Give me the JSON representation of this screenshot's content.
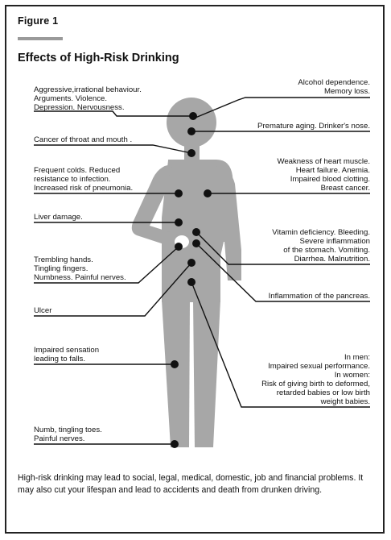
{
  "figure_label": "Figure 1",
  "title": "Effects of High-Risk Drinking",
  "labels": {
    "aggressive": "Aggressive,irrational behaviour.\nArguments. Violence.\nDepression. Nervousness.",
    "alcohol_dependence": "Alcohol dependence.\nMemory loss.",
    "premature_aging": "Premature aging. Drinker's nose.",
    "throat_cancer": "Cancer of throat and mouth .",
    "colds": "Frequent colds. Reduced\nresistance to infection.\nIncreased risk of pneumonia.",
    "heart": "Weakness of heart muscle.\nHeart failure. Anemia.\nImpaired blood clotting.\nBreast cancer.",
    "liver": "Liver damage.",
    "stomach": "Vitamin deficiency. Bleeding.\nSevere inflammation\nof the stomach. Vomiting.\nDiarrhea. Malnutrition.",
    "hands": "Trembling hands.\nTingling fingers.\nNumbness. Painful nerves.",
    "pancreas": "Inflammation of the pancreas.",
    "ulcer": "Ulcer",
    "sensation": "Impaired sensation\nleading to falls.",
    "reproductive": "In men:\nImpaired sexual performance.\nIn women:\nRisk of giving birth to deformed,\nretarded babies or low birth\nweight babies.",
    "toes": "Numb, tingling toes.\nPainful nerves."
  },
  "caption": "High-risk drinking may lead to social, legal, medical, domestic, job and financial problems. It may also cut your lifespan and lead to accidents and death from drunken driving.",
  "colors": {
    "body": "#a7a7a7",
    "line": "#111111",
    "frame": "#222222",
    "rule": "#9a9a9a"
  }
}
